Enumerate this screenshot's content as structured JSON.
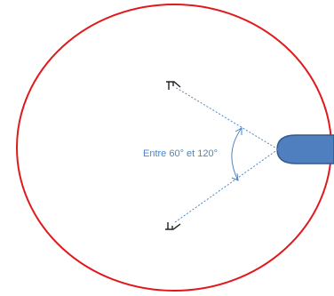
{
  "angle_label": "Entre 60° et 120°",
  "colors": {
    "outline": "#e0191d",
    "guide": "#4a86c8",
    "shape_fill": "#4f7fbe",
    "shape_stroke": "#35598a",
    "label": "#4a86c8",
    "speaker": "#222222"
  },
  "icons": [
    "speaker-icon-top",
    "speaker-icon-bottom",
    "listener-shape"
  ]
}
